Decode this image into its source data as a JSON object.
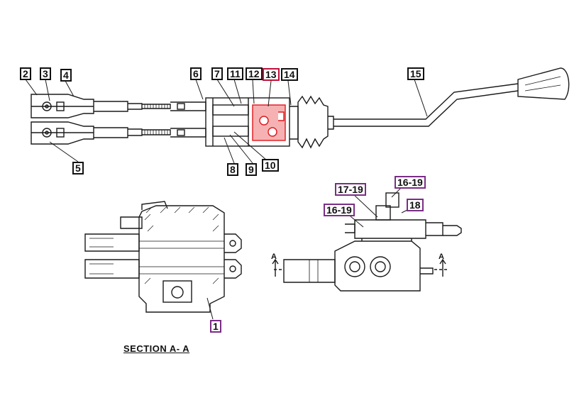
{
  "callouts": [
    {
      "id": "c2",
      "text": "2",
      "color": "black"
    },
    {
      "id": "c3",
      "text": "3",
      "color": "black"
    },
    {
      "id": "c4",
      "text": "4",
      "color": "black"
    },
    {
      "id": "c5",
      "text": "5",
      "color": "black"
    },
    {
      "id": "c6",
      "text": "6",
      "color": "black"
    },
    {
      "id": "c7",
      "text": "7",
      "color": "black"
    },
    {
      "id": "c11",
      "text": "11",
      "color": "black"
    },
    {
      "id": "c12",
      "text": "12",
      "color": "black"
    },
    {
      "id": "c13",
      "text": "13",
      "color": "red"
    },
    {
      "id": "c14",
      "text": "14",
      "color": "black"
    },
    {
      "id": "c15",
      "text": "15",
      "color": "black"
    },
    {
      "id": "c8",
      "text": "8",
      "color": "black"
    },
    {
      "id": "c9",
      "text": "9",
      "color": "black"
    },
    {
      "id": "c10",
      "text": "10",
      "color": "black"
    },
    {
      "id": "c1",
      "text": "1",
      "color": "purple"
    },
    {
      "id": "c17",
      "text": "17-19",
      "color": "purple"
    },
    {
      "id": "c16a",
      "text": "16-19",
      "color": "purple"
    },
    {
      "id": "c16b",
      "text": "16-19",
      "color": "purple"
    },
    {
      "id": "c18",
      "text": "18",
      "color": "purple"
    }
  ],
  "section_caption": "SECTION A- A",
  "section_marks": {
    "left": "A",
    "right": "A"
  },
  "colors": {
    "line": "#1a1a1a",
    "highlight": "#e0161b",
    "callout_purple": "#7b2d86",
    "callout_red": "#c0103a"
  }
}
